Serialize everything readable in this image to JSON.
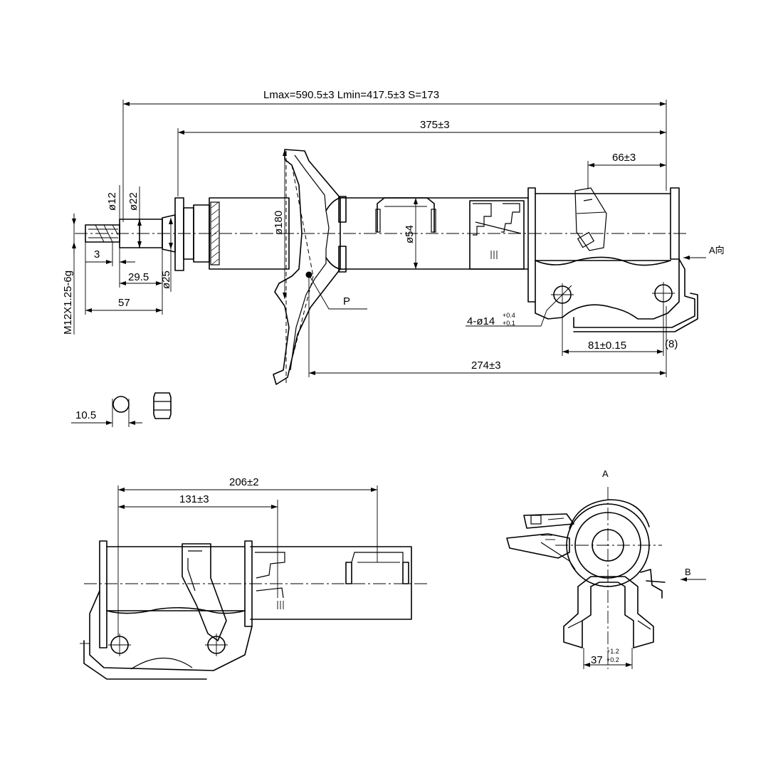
{
  "dimensions": {
    "length_spec": "Lmax=590.5±3   Lmin=417.5±3   S=173",
    "d375": "375±3",
    "d66": "66±3",
    "d180": "ø180",
    "d54": "ø54",
    "d12": "ø12",
    "d22": "ø22",
    "d25": "ø25",
    "d3": "3",
    "d29_5": "29.5",
    "d57": "57",
    "thread": "M12X1.25-6g",
    "holes_main": "4-ø14",
    "holes_tol_upper": "+0.4",
    "holes_tol_lower": "+0.1",
    "d81": "81±0.15",
    "d8": "(8)",
    "d274": "274±3",
    "d10_5": "10.5",
    "d206": "206±2",
    "d131": "131±3",
    "d37_main": "37",
    "d37_tol_upper": "+1.2",
    "d37_tol_lower": "+0.2"
  },
  "labels": {
    "point_p": "P",
    "view_a_arrow": "A向",
    "view_a": "A",
    "view_b": "B"
  }
}
